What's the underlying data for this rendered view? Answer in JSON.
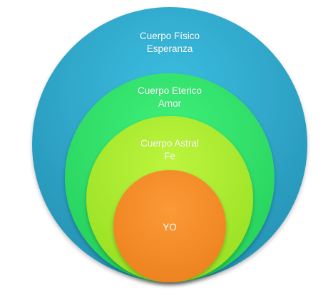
{
  "diagram": {
    "layers": [
      {
        "id": "outer",
        "title": "Cuerpo Físico",
        "subtitle": "Esperanza",
        "color": "#2fa9cb"
      },
      {
        "id": "ether",
        "title": "Cuerpo Eterico",
        "subtitle": "Amor",
        "color": "#2ee36a"
      },
      {
        "id": "astral",
        "title": "Cuerpo Astral",
        "subtitle": "Fe",
        "color": "#a9ee2e"
      },
      {
        "id": "core",
        "title": "YO",
        "subtitle": "",
        "color": "#f7902c"
      }
    ]
  }
}
